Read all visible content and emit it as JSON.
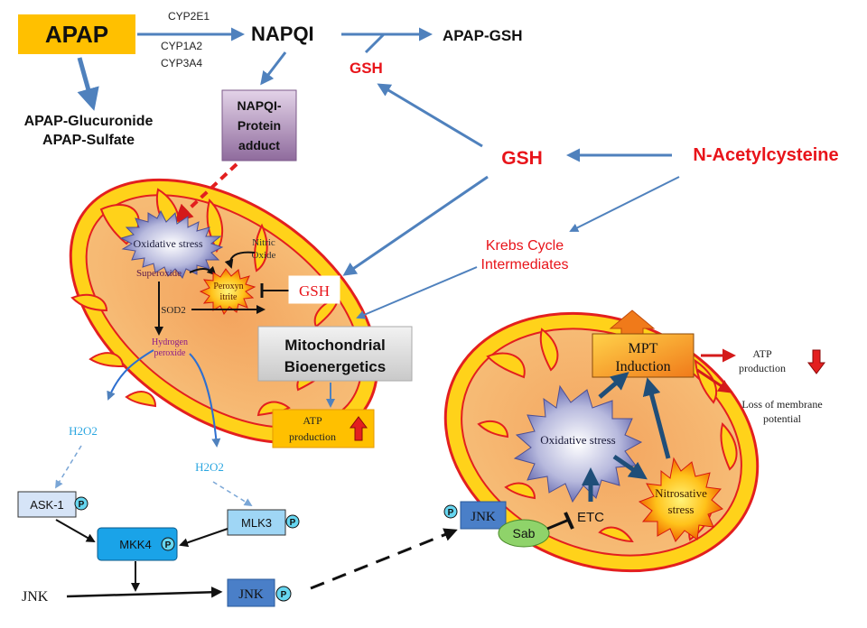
{
  "colors": {
    "flow_arrow": "#4f81bd",
    "red_label": "#e8141a",
    "apap_box": "#ffc000",
    "mito_outer": "#ffd21a",
    "mito_border": "#e31f1f",
    "matrix": "#f5a45a"
  },
  "top": {
    "apap": "APAP",
    "enzyme_1": "CYP2E1",
    "enzyme_2": "CYP1A2",
    "enzyme_3": "CYP3A4",
    "napqi": "NAPQI",
    "apap_gsh": "APAP-GSH",
    "gsh_small": "GSH",
    "glucuronide": "APAP-Glucuronide",
    "sulfate": "APAP-Sulfate",
    "adduct_line1": "NAPQI-",
    "adduct_line2": "Protein",
    "adduct_line3": "adduct",
    "gsh_big": "GSH",
    "nac": "N-Acetylcysteine",
    "krebs_line1": "Krebs Cycle",
    "krebs_line2": "Intermediates"
  },
  "left_mito": {
    "oxidative_stress": "Oxidative stress",
    "nitric_line1": "Nitric",
    "nitric_line2": "Oxide",
    "superoxide": "Superoxide",
    "peroxy_line1": "Peroxyn",
    "peroxy_line2": "itrite",
    "gsh": "GSH",
    "sod2": "SOD2",
    "hydrogen_line1": "Hydrogen",
    "hydrogen_line2": "peroxide",
    "bioenergetics_line1": "Mitochondrial",
    "bioenergetics_line2": "Bioenergetics",
    "atp_line1": "ATP",
    "atp_line2": "production"
  },
  "signaling": {
    "h2o2_left": "H2O2",
    "h2o2_right": "H2O2",
    "ask1": "ASK-1",
    "mkk4": "MKK4",
    "mlk3": "MLK3",
    "jnk_plain": "JNK",
    "jnk_box": "JNK",
    "phospho": "P"
  },
  "right_mito": {
    "mpt_line1": "MPT",
    "mpt_line2": "Induction",
    "atp_line1": "ATP",
    "atp_line2": "production",
    "membrane_line1": "Loss of membrane",
    "membrane_line2": "potential",
    "oxidative_stress": "Oxidative stress",
    "nitrosative_line1": "Nitrosative",
    "nitrosative_line2": "stress",
    "jnk": "JNK",
    "sab": "Sab",
    "etc": "ETC",
    "phospho": "P"
  }
}
